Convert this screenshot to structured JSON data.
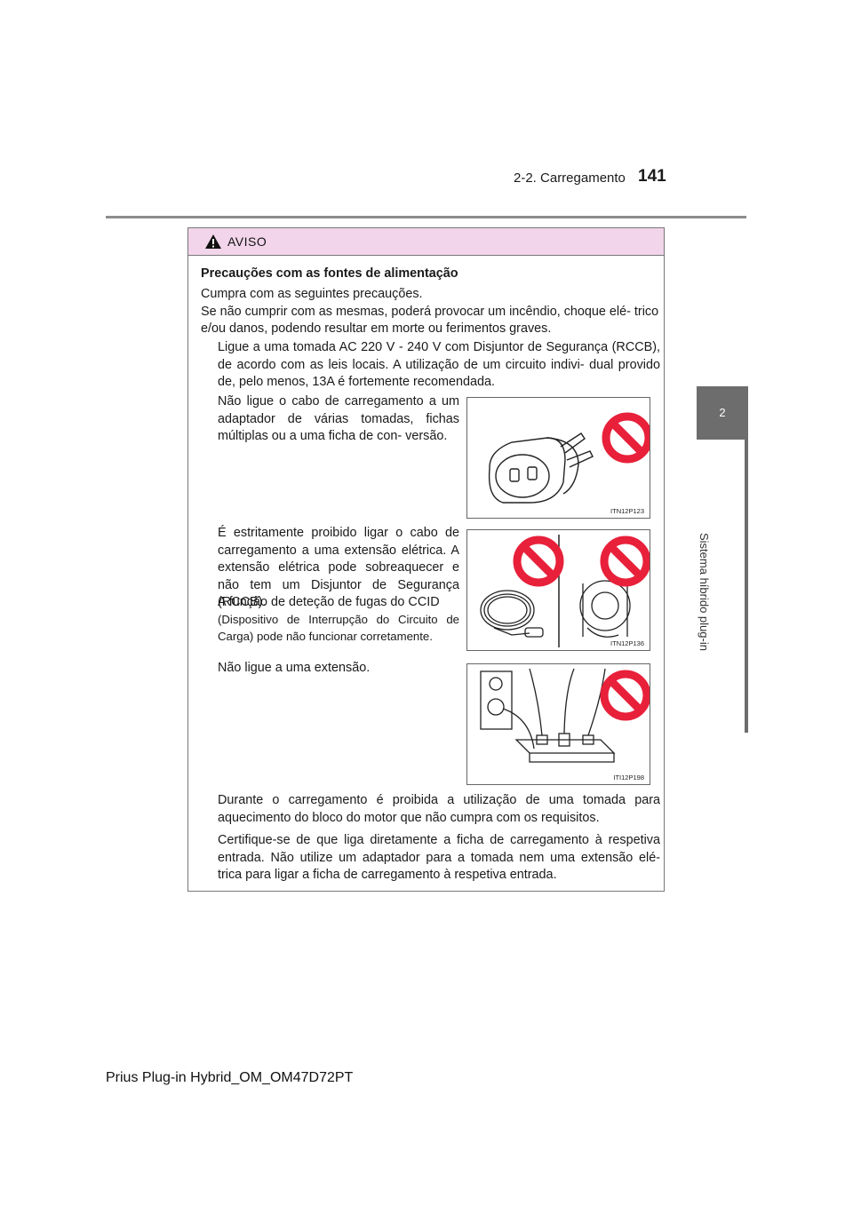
{
  "header": {
    "section": "2-2. Carregamento",
    "page_number": "141"
  },
  "chapter_tab": {
    "number": "2",
    "title": "Sistema híbrido plug-in"
  },
  "warning": {
    "label": "AVISO",
    "section_title": "Precauções com as fontes de alimentação",
    "intro_line1": "Cumpra com as seguintes precauções.",
    "intro_line2": "Se não cumprir com as mesmas, poderá provocar um incêndio, choque elé- trico e/ou danos, podendo resultar em morte ou ferimentos graves.",
    "bullets": [
      "Ligue a uma tomada AC 220 V - 240 V com Disjuntor de Segurança (RCCB), de acordo com as leis locais. A utilização de um circuito indivi- dual provido de, pelo menos, 13A é fortemente recomendada.",
      "Não ligue o cabo de carregamento a um adaptador de várias tomadas, fichas múltiplas ou a uma ficha de con- versão.",
      "É estritamente proibido ligar o cabo de carregamento a uma extensão elétrica. A extensão elétrica pode sobreaquecer e não tem um Disjuntor de Segurança (RCCB).",
      "A função de deteção de fugas do CCID",
      "(Dispositivo de Interrupção do Circuito de Carga) pode não funcionar corretamente.",
      "Não ligue a uma extensão.",
      "Durante o carregamento é proibida a utilização de uma tomada para aquecimento do bloco do motor que não cumpra com os requisitos.",
      "Certifique-se de que liga diretamente a ficha de carregamento à respetiva entrada. Não utilize um adaptador para a tomada nem uma extensão elé- trica para ligar a ficha de carregamento à respetiva entrada."
    ],
    "figures": [
      {
        "code": "ITN12P123"
      },
      {
        "code": "ITN12P136"
      },
      {
        "code": "ITI12P198"
      }
    ]
  },
  "footer": {
    "text": "Prius Plug-in Hybrid_OM_OM47D72PT"
  },
  "colors": {
    "warning_header_bg": "#f2d5ea",
    "prohibition_red": "#e8203a",
    "tab_gray": "#6d6d6d"
  }
}
